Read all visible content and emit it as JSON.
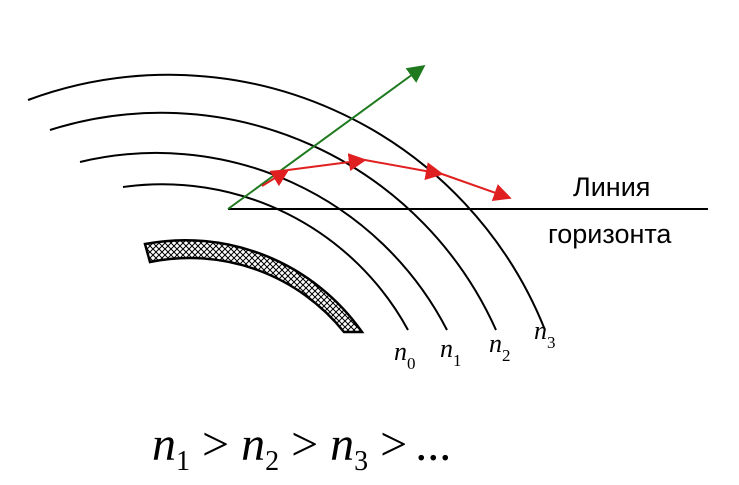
{
  "horizon_label": {
    "line1": "Линия",
    "line2": "горизонта"
  },
  "layer_labels": [
    {
      "base": "n",
      "sub": "0"
    },
    {
      "base": "n",
      "sub": "1"
    },
    {
      "base": "n",
      "sub": "2"
    },
    {
      "base": "n",
      "sub": "3"
    }
  ],
  "formula": {
    "terms": [
      {
        "base": "n",
        "sub": "1"
      },
      {
        "base": "n",
        "sub": "2"
      },
      {
        "base": "n",
        "sub": "3"
      }
    ],
    "operator": ">",
    "ellipsis": "..."
  },
  "colors": {
    "line": "#000000",
    "direct_ray": "#1f7a1f",
    "refracted_ray": "#e02020",
    "earth_hatch": "#000000"
  }
}
